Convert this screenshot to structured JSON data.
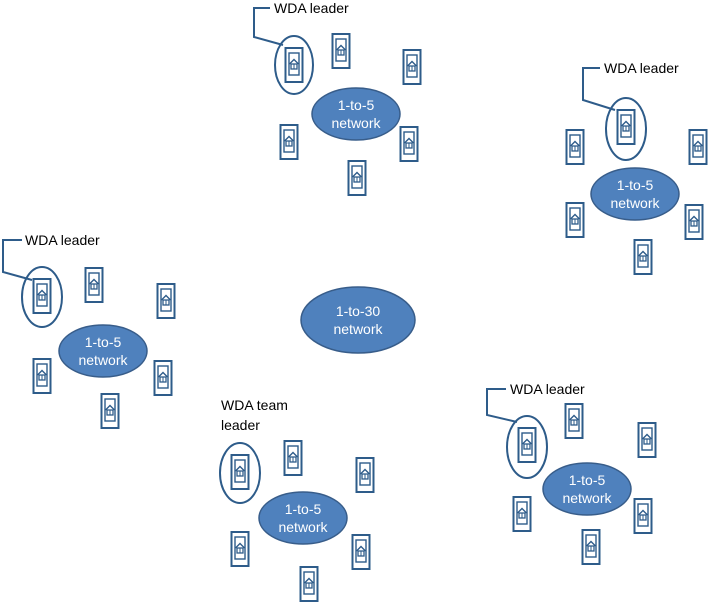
{
  "labels": {
    "leader_top": "WDA leader",
    "leader_right": "WDA leader",
    "leader_left": "WDA leader",
    "leader_bottom_right": "WDA leader",
    "team_leader_line1": "WDA team",
    "team_leader_line2": "leader"
  },
  "networks": {
    "small_top": [
      "1-to-5",
      "network"
    ],
    "small_right": [
      "1-to-5",
      "network"
    ],
    "small_left": [
      "1-to-5",
      "network"
    ],
    "small_bottom_center": [
      "1-to-5",
      "network"
    ],
    "small_bottom_right": [
      "1-to-5",
      "network"
    ],
    "central": [
      "1-to-30",
      "network"
    ]
  },
  "colors": {
    "oval_fill": "#4f81bd",
    "oval_stroke": "#385d8a",
    "device_stroke": "#2e5c8a"
  },
  "icons": {
    "device": "phone-with-house-icon"
  }
}
